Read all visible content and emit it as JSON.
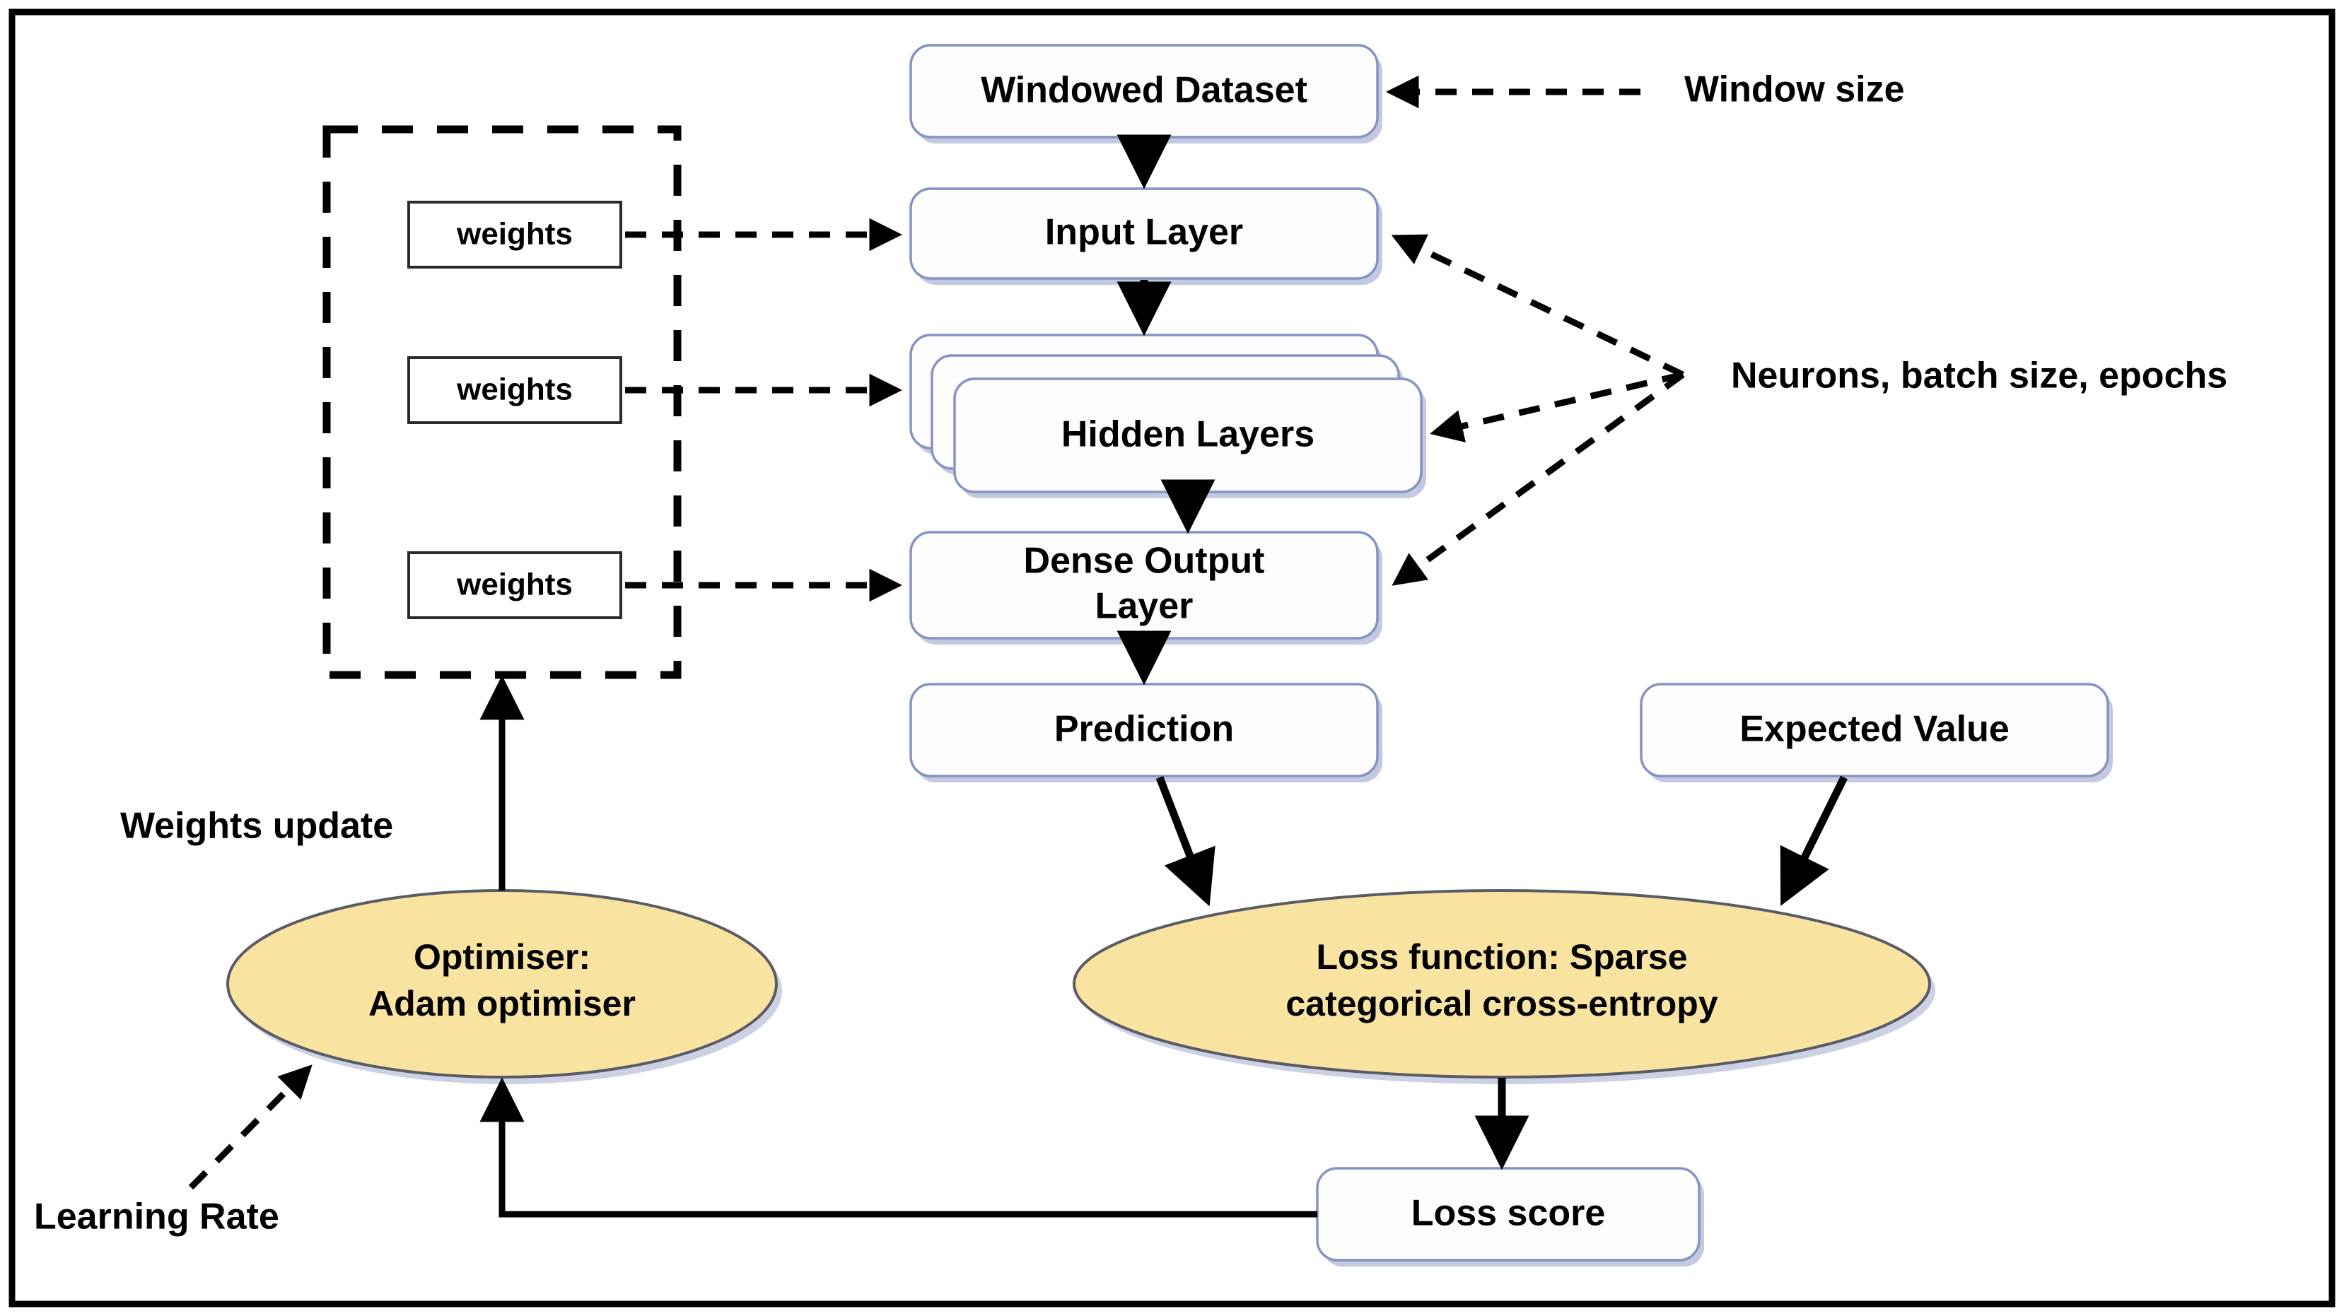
{
  "diagram": {
    "title": "Neural network training pipeline flowchart",
    "colors": {
      "ellipse_fill": "#f9e3a0",
      "box_fill": "#fdfdfd",
      "box_stroke": "#8593c4",
      "edge": "#000000",
      "frame": "#000000"
    },
    "nodes": {
      "windowed_dataset": "Windowed Dataset",
      "input_layer": "Input Layer",
      "hidden_layers": "Hidden Layers",
      "dense_output_layer_line1": "Dense Output",
      "dense_output_layer_line2": "Layer",
      "prediction": "Prediction",
      "expected_value": "Expected Value",
      "optimiser_line1": "Optimiser:",
      "optimiser_line2": "Adam optimiser",
      "loss_function_line1": "Loss function: Sparse",
      "loss_function_line2": "categorical cross-entropy",
      "loss_score": "Loss score",
      "weights_1": "weights",
      "weights_2": "weights",
      "weights_3": "weights"
    },
    "annotations": {
      "window_size": "Window size",
      "hyperparameters": "Neurons, batch size, epochs",
      "weights_update": "Weights update",
      "learning_rate": "Learning Rate"
    }
  }
}
